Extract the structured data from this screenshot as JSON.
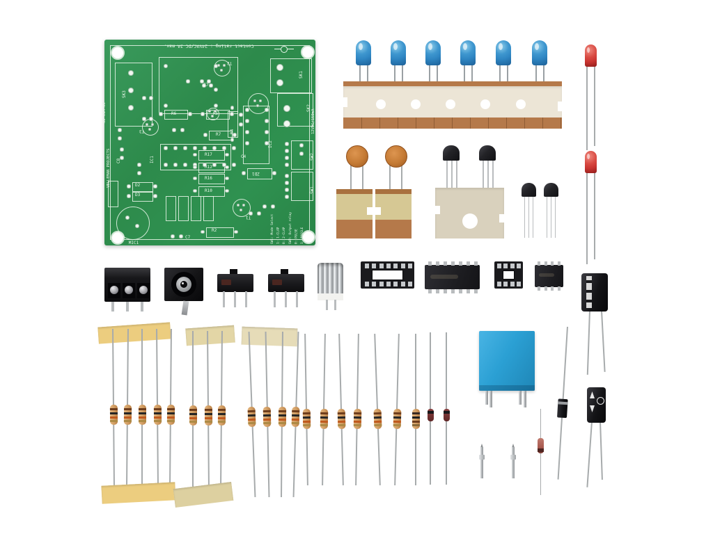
{
  "pcb": {
    "board_color": "#2f8f50",
    "silkscreen_color": "#ecf7ec",
    "labels": {
      "top": "Contact rating : 24VAC/DC 3A max.",
      "brand": "VELLEMAN PROJECTS",
      "connector": "NO COM NC",
      "power": "12VDC/150mA",
      "sk1": "SK1",
      "sk2": "SK2",
      "sk3": "SK3",
      "sw1": "SW1",
      "sw2": "SW2",
      "ic1": "IC1",
      "ic2": "IC2",
      "t1": "T1",
      "t2": "T2",
      "t3": "T3",
      "r2": "R2",
      "r4": "R4",
      "r5": "R5",
      "r6": "R6",
      "r7": "R7",
      "r10": "R10",
      "r12": "R12",
      "r16": "R16",
      "r17": "R17",
      "c2": "C2",
      "c4": "C4",
      "c7": "C7",
      "c8": "C8",
      "d2": "D2",
      "d3": "D3",
      "zd1": "ZD1",
      "mic1": "MIC1",
      "mode_select": "SW1: Mode Select\n1: 1-CLAP\n0: 2-CLAP",
      "output_relay": "SW2: Output relay\n0: PULSE\n1: TOGGLE"
    }
  },
  "parts": {
    "blue_leds": {
      "count": 6,
      "color": "#2e85c2"
    },
    "red_leds": {
      "count": 2,
      "color": "#c93430"
    },
    "ceramic_disc_capacitors": {
      "count": 2,
      "color": "#c47a34"
    },
    "taped_transistors": {
      "count": 2
    },
    "loose_transistors": {
      "count": 2
    },
    "resistor_bundles": {
      "counts": [
        5,
        3,
        4
      ]
    },
    "loose_resistors": {
      "count": 7
    },
    "small_diodes": {
      "count": 2
    },
    "pcb_pins": {
      "count": 2
    },
    "relay": {
      "count": 1,
      "color": "#2ba0d4"
    },
    "power_diode": {
      "count": 1
    },
    "electrolytic_capacitors": {
      "count": 2
    },
    "glass_diode": {
      "count": 1
    },
    "screw_terminal_block": {
      "count": 1,
      "poles": 3
    },
    "dc_power_jack": {
      "count": 1
    },
    "slide_switches": {
      "count": 2
    },
    "electret_microphone": {
      "count": 1
    },
    "dip14_socket": {
      "count": 1
    },
    "dip14_ic": {
      "count": 1
    },
    "dip8_socket": {
      "count": 1
    },
    "dip8_ic": {
      "count": 1
    }
  }
}
